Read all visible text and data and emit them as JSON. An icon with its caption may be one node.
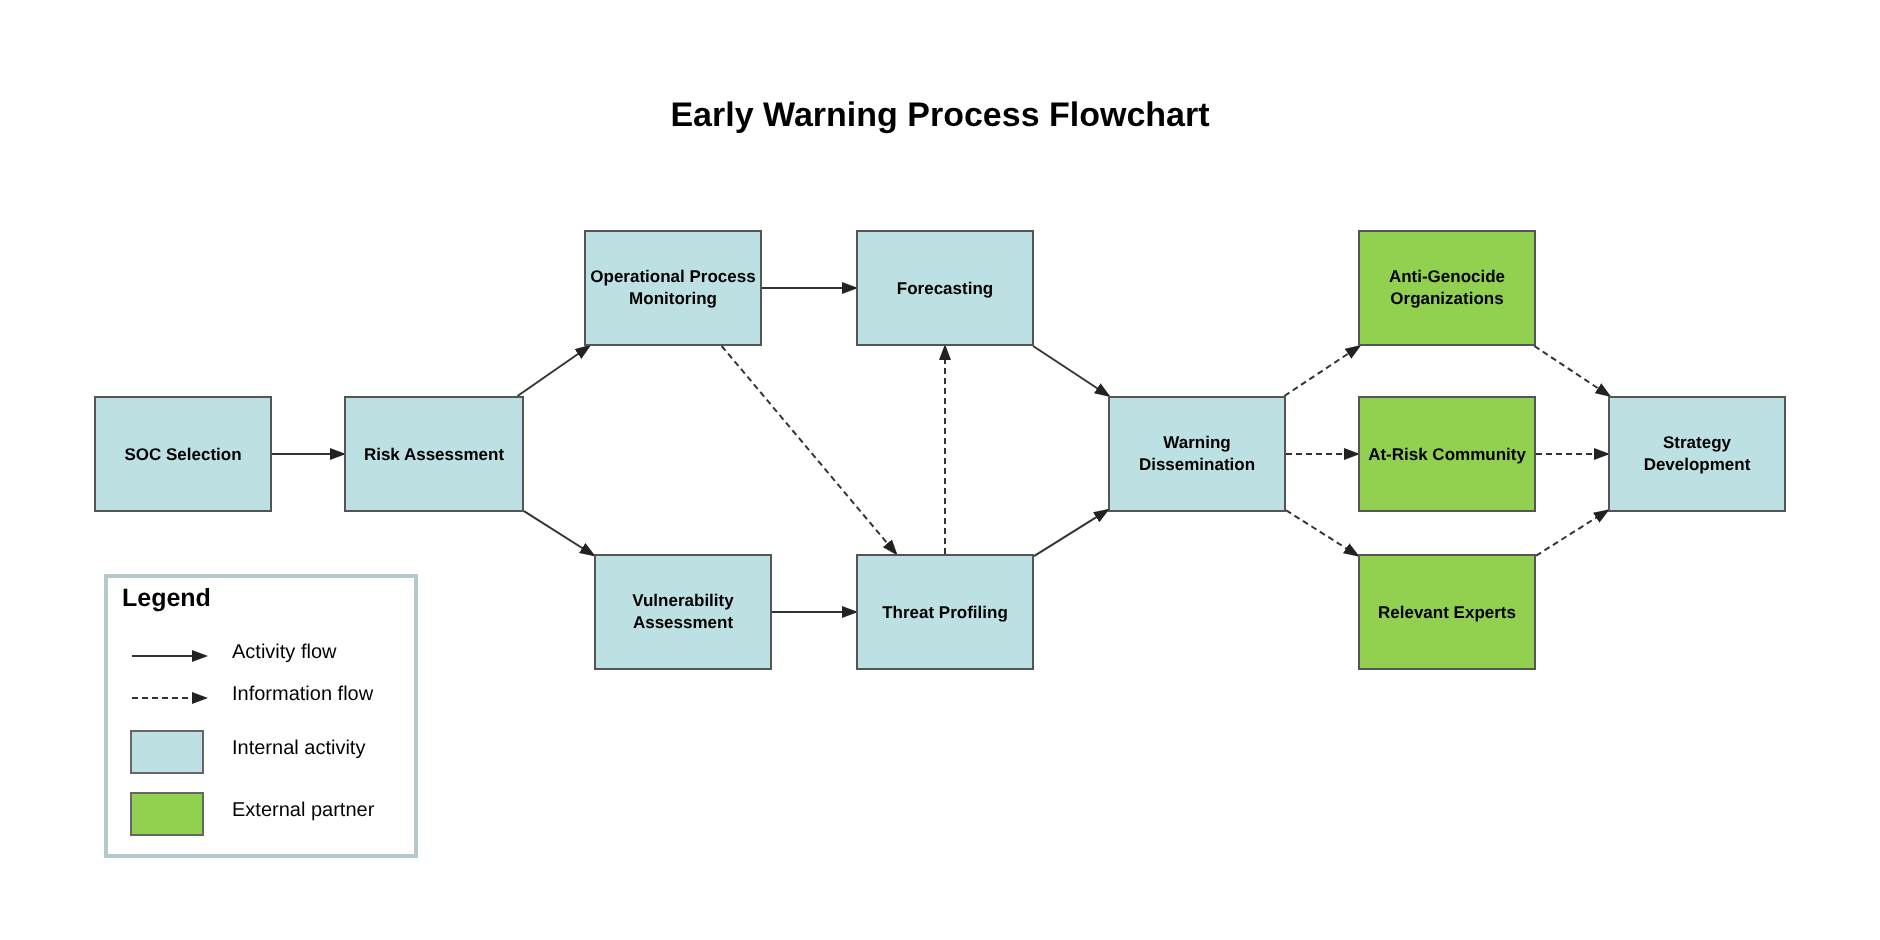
{
  "diagram": {
    "title": "Early Warning Process Flowchart",
    "nodes": [
      {
        "text": [
          "SOC Selection"
        ]
      },
      {
        "text": [
          "Risk Assessment"
        ]
      },
      {
        "text": [
          "Operational Process Monitoring"
        ]
      },
      {
        "text": [
          "Forecasting"
        ]
      },
      {
        "text": [
          "Vulnerability Assessment"
        ]
      },
      {
        "text": [
          "Threat Profiling"
        ]
      },
      {
        "text": [
          "Warning Dissemination"
        ]
      },
      {
        "text": [
          "Anti-Genocide Organizations"
        ]
      },
      {
        "text": [
          "At-Risk Community"
        ]
      },
      {
        "text": [
          "Relevant Experts"
        ]
      },
      {
        "text": [
          "Strategy Development"
        ]
      }
    ],
    "edges": [
      {
        "from": 0,
        "to": 1,
        "arrow": "to"
      },
      {
        "from": 1,
        "to": 2,
        "arrow": "to"
      },
      {
        "from": 1,
        "to": 4,
        "arrow": "to"
      },
      {
        "from": 2,
        "to": 3,
        "arrow": "to"
      },
      {
        "from": 2,
        "to": 5,
        "arrow": "to",
        "style": "dashed"
      },
      {
        "from": 4,
        "to": 5,
        "arrow": "to"
      },
      {
        "from": 5,
        "to": 3,
        "arrow": "to",
        "style": "dashed"
      },
      {
        "from": 3,
        "to": 6,
        "arrow": "to"
      },
      {
        "from": 5,
        "to": 6,
        "arrow": "to"
      },
      {
        "from": 6,
        "to": 7,
        "arrow": "to",
        "style": "dashed"
      },
      {
        "from": 6,
        "to": 8,
        "arrow": "to",
        "style": "dashed"
      },
      {
        "from": 6,
        "to": 9,
        "arrow": "to",
        "style": "dashed"
      },
      {
        "from": 7,
        "to": 10,
        "arrow": "to",
        "style": "dashed"
      },
      {
        "from": 8,
        "to": 10,
        "arrow": "to",
        "style": "dashed"
      },
      {
        "from": 9,
        "to": 10,
        "arrow": "to",
        "style": "dashed"
      }
    ],
    "labels": [
      "Legend"
    ],
    "legend": [
      {
        "text": "Activity flow"
      },
      {
        "text": "Information flow"
      },
      {
        "text": "Internal activity",
        "color": "#bde0e3"
      },
      {
        "text": "External partner",
        "color": "#92d050"
      }
    ]
  }
}
